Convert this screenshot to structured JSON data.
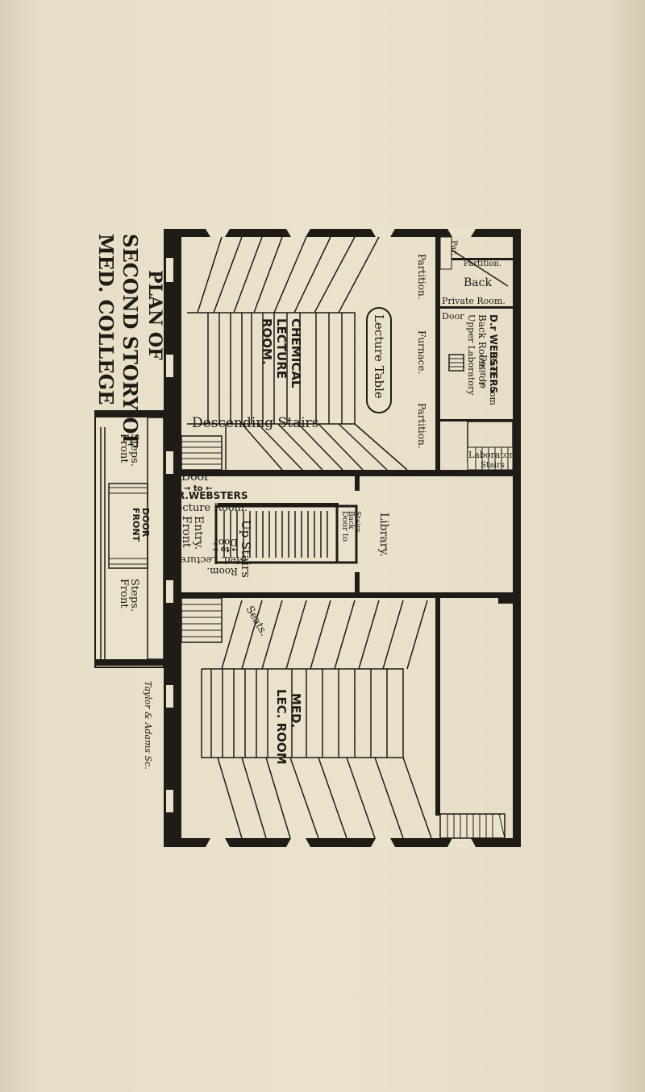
{
  "title": {
    "line1": "PLAN OF",
    "line2": "SECOND STORY OF",
    "line3": "MED. COLLEGE"
  },
  "rooms": {
    "chemical_room": [
      "CHEMICAL",
      "LECTURE",
      "ROOM."
    ],
    "med_room": [
      "MED.",
      "LEC. ROOM"
    ],
    "webster_lecture_room": [
      "DR.WEBSTERS",
      "Lecture Room."
    ],
    "webster_back_room": [
      "D.r WEBSTERS",
      "Back Room. or",
      "Upper Laboratory"
    ],
    "private_room": [
      "Back",
      "Private Room."
    ],
    "library": "Library.",
    "front_entry": [
      "Front",
      "Entry."
    ],
    "laboratory_stairs": [
      "Laboratory",
      "Stairs"
    ]
  },
  "labels": {
    "lecture_table": "Lecture Table",
    "descending_stairs": "Descending Stairs",
    "up_stairs": "Up Stairs",
    "door_upper": "Door",
    "door_to": "→ to ←",
    "door_lower": "Door",
    "door_lower_to": "→ to ←",
    "med_lecture_rotated": "Med. Lecture",
    "med_lecture_room_rotated": "Room.",
    "door_to_back_stairs": [
      "Door to",
      "Back",
      "Stairs"
    ],
    "partition_top": "Partition.",
    "par": "Par.",
    "door_small": "Door",
    "door_to_back_room": [
      "Door to",
      "Back Room"
    ],
    "partition_left": "Partition.",
    "furnace": "Furnace.",
    "partition_right": "Partition.",
    "front_steps_left": [
      "Front",
      "Steps."
    ],
    "front_door": [
      "FRONT",
      "DOOR"
    ],
    "front_steps_right": [
      "Front",
      "Steps."
    ],
    "seats": "Seats.",
    "engraver": "Taylor & Adams Sc."
  },
  "colors": {
    "ink": "#1f1b16",
    "paper": "#ebe2cc"
  }
}
